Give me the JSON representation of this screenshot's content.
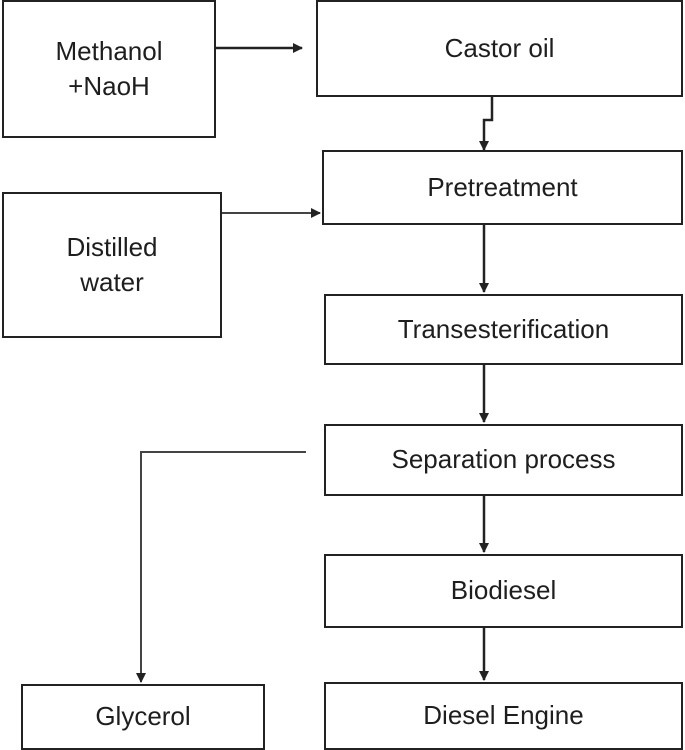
{
  "nodes": {
    "methanol": {
      "line1": "Methanol",
      "line2": "+NaoH"
    },
    "castor_oil": "Castor oil",
    "distilled_water": {
      "line1": "Distilled",
      "line2": "water"
    },
    "pretreatment": "Pretreatment",
    "transesterification": "Transesterification",
    "separation": "Separation process",
    "biodiesel": "Biodiesel",
    "glycerol": "Glycerol",
    "diesel_engine": "Diesel Engine"
  },
  "edges": [
    {
      "from": "methanol",
      "to": "castor_oil"
    },
    {
      "from": "castor_oil",
      "to": "pretreatment"
    },
    {
      "from": "distilled_water",
      "to": "pretreatment"
    },
    {
      "from": "pretreatment",
      "to": "transesterification"
    },
    {
      "from": "transesterification",
      "to": "separation"
    },
    {
      "from": "separation",
      "to": "biodiesel"
    },
    {
      "from": "separation",
      "to": "glycerol"
    },
    {
      "from": "biodiesel",
      "to": "diesel_engine"
    }
  ]
}
